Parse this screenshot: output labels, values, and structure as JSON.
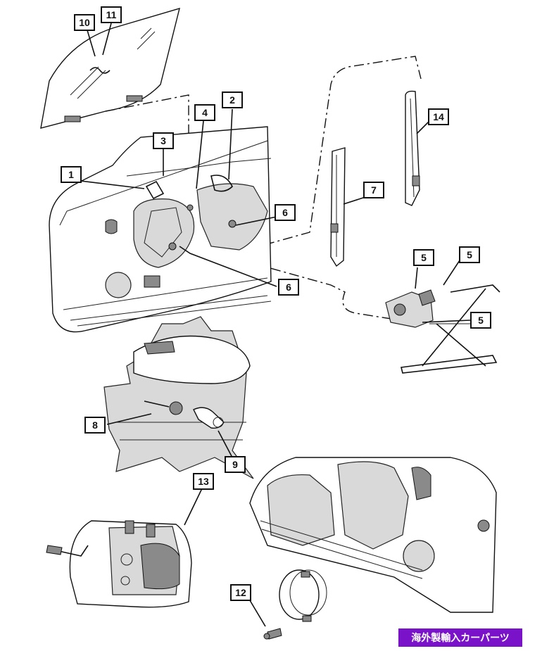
{
  "callouts": [
    {
      "id": "c10",
      "label": "10"
    },
    {
      "id": "c11",
      "label": "11"
    },
    {
      "id": "c3",
      "label": "3"
    },
    {
      "id": "c4",
      "label": "4"
    },
    {
      "id": "c2",
      "label": "2"
    },
    {
      "id": "c1",
      "label": "1"
    },
    {
      "id": "c14",
      "label": "14"
    },
    {
      "id": "c7",
      "label": "7"
    },
    {
      "id": "c6a",
      "label": "6"
    },
    {
      "id": "c6b",
      "label": "6"
    },
    {
      "id": "c5a",
      "label": "5"
    },
    {
      "id": "c5b",
      "label": "5"
    },
    {
      "id": "c5c",
      "label": "5"
    },
    {
      "id": "c8",
      "label": "8"
    },
    {
      "id": "c9",
      "label": "9"
    },
    {
      "id": "c13",
      "label": "13"
    },
    {
      "id": "c12",
      "label": "12"
    }
  ],
  "badge": {
    "text": "海外製輸入カーパーツ",
    "color": "#7a12c9"
  }
}
